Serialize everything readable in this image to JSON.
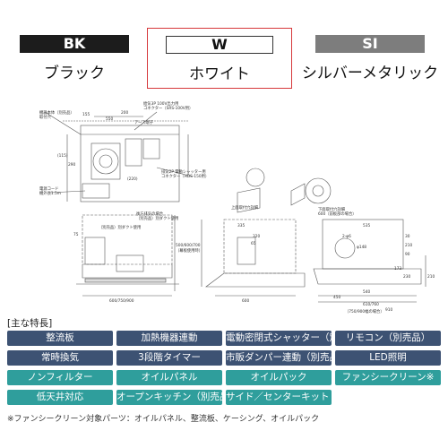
{
  "color_options": [
    {
      "code": "BK",
      "name": "ブラック",
      "selected": false,
      "swatch": "#1c1c1c"
    },
    {
      "code": "W",
      "name": "ホワイト",
      "selected": true,
      "swatch": "#ffffff"
    },
    {
      "code": "SI",
      "name": "シルバーメタリック",
      "selected": false,
      "swatch": "#7d7d7d"
    }
  ],
  "drawing": {
    "labels": {
      "left_top_note1": "機器本体（別売品）",
      "left_top_note2": "取付穴",
      "dim_155": "155",
      "dim_550": "550",
      "dim_200": "200",
      "earth": "アース端子",
      "conn1_a": "給気3P 100V出力用",
      "conn1_b": "コネクター（SRS-100V用）",
      "conn2_a": "排気2P 電動シャッター用",
      "conn2_b": "コネクター（HDS-150用）",
      "dim_115": "(115)",
      "dim_290": "290",
      "dim_220": "(220)",
      "power_a": "電源コード",
      "power_b": "機外長1.5m",
      "dim_30": "30",
      "dim_210": "210",
      "dim_75": "75",
      "dim_65": "65",
      "side_duct_a": "（別売品）別ダクト使用",
      "rear_duct": "後方排気の場合",
      "rear_duct_b": "（別売品）別ダクト使用",
      "dim_height": "500/600/700",
      "height_note": "（幕板使用時）",
      "width_bottom": "600/750/900",
      "top_view": "上面取付穴詳細",
      "dim_335": "335",
      "dim_535": "535",
      "dim_320": "320",
      "lower_hole": "下面取付穴詳細",
      "dim_600r": "600（前板部の場合）",
      "dim_148": "φ148",
      "dim_2": "2-φ6",
      "dim_540": "540",
      "dim_450": "450",
      "dim_610": "610/760",
      "dim_910": "910",
      "side_note": "（750/900幅の場合）",
      "dim_600": "600",
      "dim_90": "90",
      "dim_173": "173",
      "dim_230": "230",
      "dim_210r": "210"
    }
  },
  "features": {
    "heading": "[主な特長]",
    "rows": [
      [
        {
          "label": "整流板",
          "style": "navy"
        },
        {
          "label": "加熱機器連動",
          "style": "navy"
        },
        {
          "label": "電動密閉式シャッター（別売品）",
          "style": "navy"
        },
        {
          "label": "リモコン（別売品）",
          "style": "navy"
        }
      ],
      [
        {
          "label": "常時換気",
          "style": "navy"
        },
        {
          "label": "3段階タイマー",
          "style": "navy"
        },
        {
          "label": "市販ダンパー連動（別売品）",
          "style": "navy"
        },
        {
          "label": "LED照明",
          "style": "navy"
        }
      ],
      [
        {
          "label": "ノンフィルター",
          "style": "teal"
        },
        {
          "label": "オイルパネル",
          "style": "teal"
        },
        {
          "label": "オイルパック",
          "style": "teal"
        },
        {
          "label": "ファンシークリーン※",
          "style": "teal"
        }
      ],
      [
        {
          "label": "低天井対応",
          "style": "teal"
        },
        {
          "label": "オープンキッチン（別売品）",
          "style": "teal"
        },
        {
          "label": "サイド／センターキット（別売品）",
          "style": "teal"
        }
      ]
    ],
    "footnote": "※ファンシークリーン対象パーツ：オイルパネル、整流板、ケーシング、オイルパック"
  },
  "colors": {
    "navy": "#3d5273",
    "teal": "#2f9e9c",
    "accent_red": "#d6383b"
  }
}
